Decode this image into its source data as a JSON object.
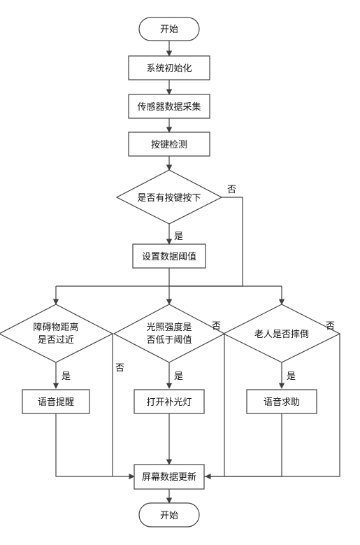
{
  "nodes": {
    "start": "开始",
    "init": "系统初始化",
    "collect": "传感器数据采集",
    "key_check": "按键检测",
    "key_pressed_q": "是否有按键按下",
    "set_threshold": "设置数据阈值",
    "obstacle_q_line1": "障碍物距离",
    "obstacle_q_line2": "是否过近",
    "light_q_line1": "光照强度是",
    "light_q_line2": "否低于阈值",
    "fall_q": "老人是否摔倒",
    "voice_alert": "语音提醒",
    "fill_light": "打开补光灯",
    "voice_help": "语音求助",
    "screen_update": "屏幕数据更新",
    "end": "开始"
  },
  "edge_labels": {
    "yes": "是",
    "no": "否"
  }
}
